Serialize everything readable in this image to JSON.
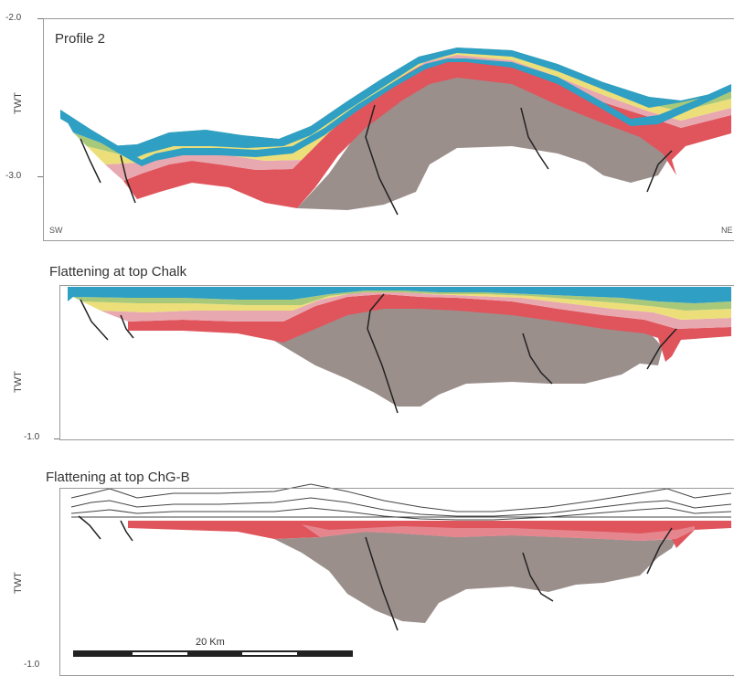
{
  "panel1": {
    "title": "Profile 2",
    "y_axis_title": "TWT",
    "tick_top": "-2.0",
    "tick_mid": "-3.0",
    "left_label": "SW",
    "right_label": "NE"
  },
  "panel2": {
    "title": "Flattening at top Chalk",
    "y_axis_title": "TWT",
    "tick_bottom": "-1.0"
  },
  "panel3": {
    "title": "Flattening at top ChG-B",
    "y_axis_title": "TWT",
    "tick_bottom": "-1.0"
  },
  "scale_bar": {
    "label": "20 Km"
  },
  "colors": {
    "blue": "#2f9fc4",
    "green": "#a8c87a",
    "yellow": "#ecdf7a",
    "pink": "#e8a8b0",
    "red": "#e0545c",
    "dark_red": "#c8404a",
    "grey": "#9b8f8c",
    "fault": "#222222"
  }
}
